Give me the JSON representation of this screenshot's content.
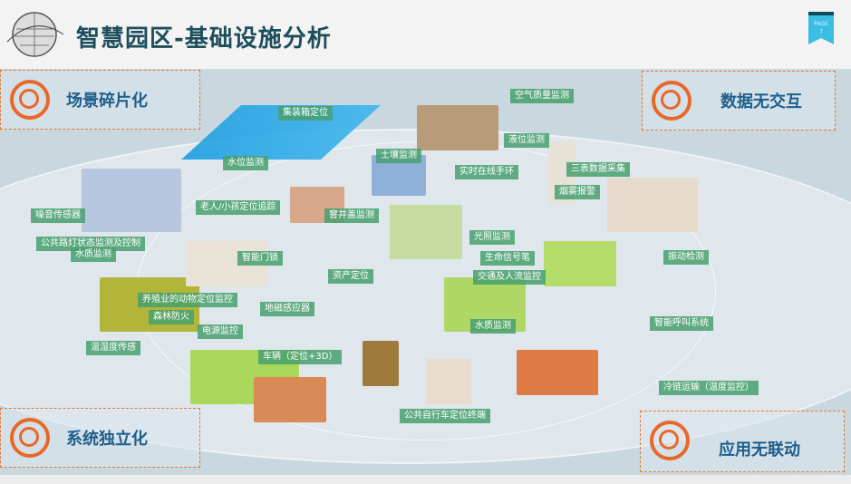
{
  "header": {
    "title": "智慧园区-基础设施分析",
    "page_badge": {
      "label": "PAGE",
      "number": "7"
    }
  },
  "corners": [
    "场景碎片化",
    "数据无交互",
    "系统独立化",
    "应用无联动"
  ],
  "labels": [
    "集装箱定位",
    "空气质量监测",
    "水位监测",
    "土壤监测",
    "液位监测",
    "实时在线手环",
    "三表数据采集",
    "烟雾报警",
    "老人/小孩定位追踪",
    "窨井盖监测",
    "噪音传感器",
    "公共路灯状态监测及控制",
    "水质监测",
    "光照监测",
    "智能门锁",
    "生命信号笔",
    "资产定位",
    "交通及人流监控",
    "振动检测",
    "养殖业的动物定位监控",
    "森林防火",
    "地磁感应器",
    "电源监控",
    "水质监测",
    "智能呼叫系统",
    "温湿度传感",
    "车辆（定位+3D）",
    "冷链运输（温度监控）",
    "公共自行车定位终端"
  ],
  "colors": {
    "accent": "#e8682a",
    "label_bg": "#48a06e",
    "title": "#1d4e5c"
  }
}
